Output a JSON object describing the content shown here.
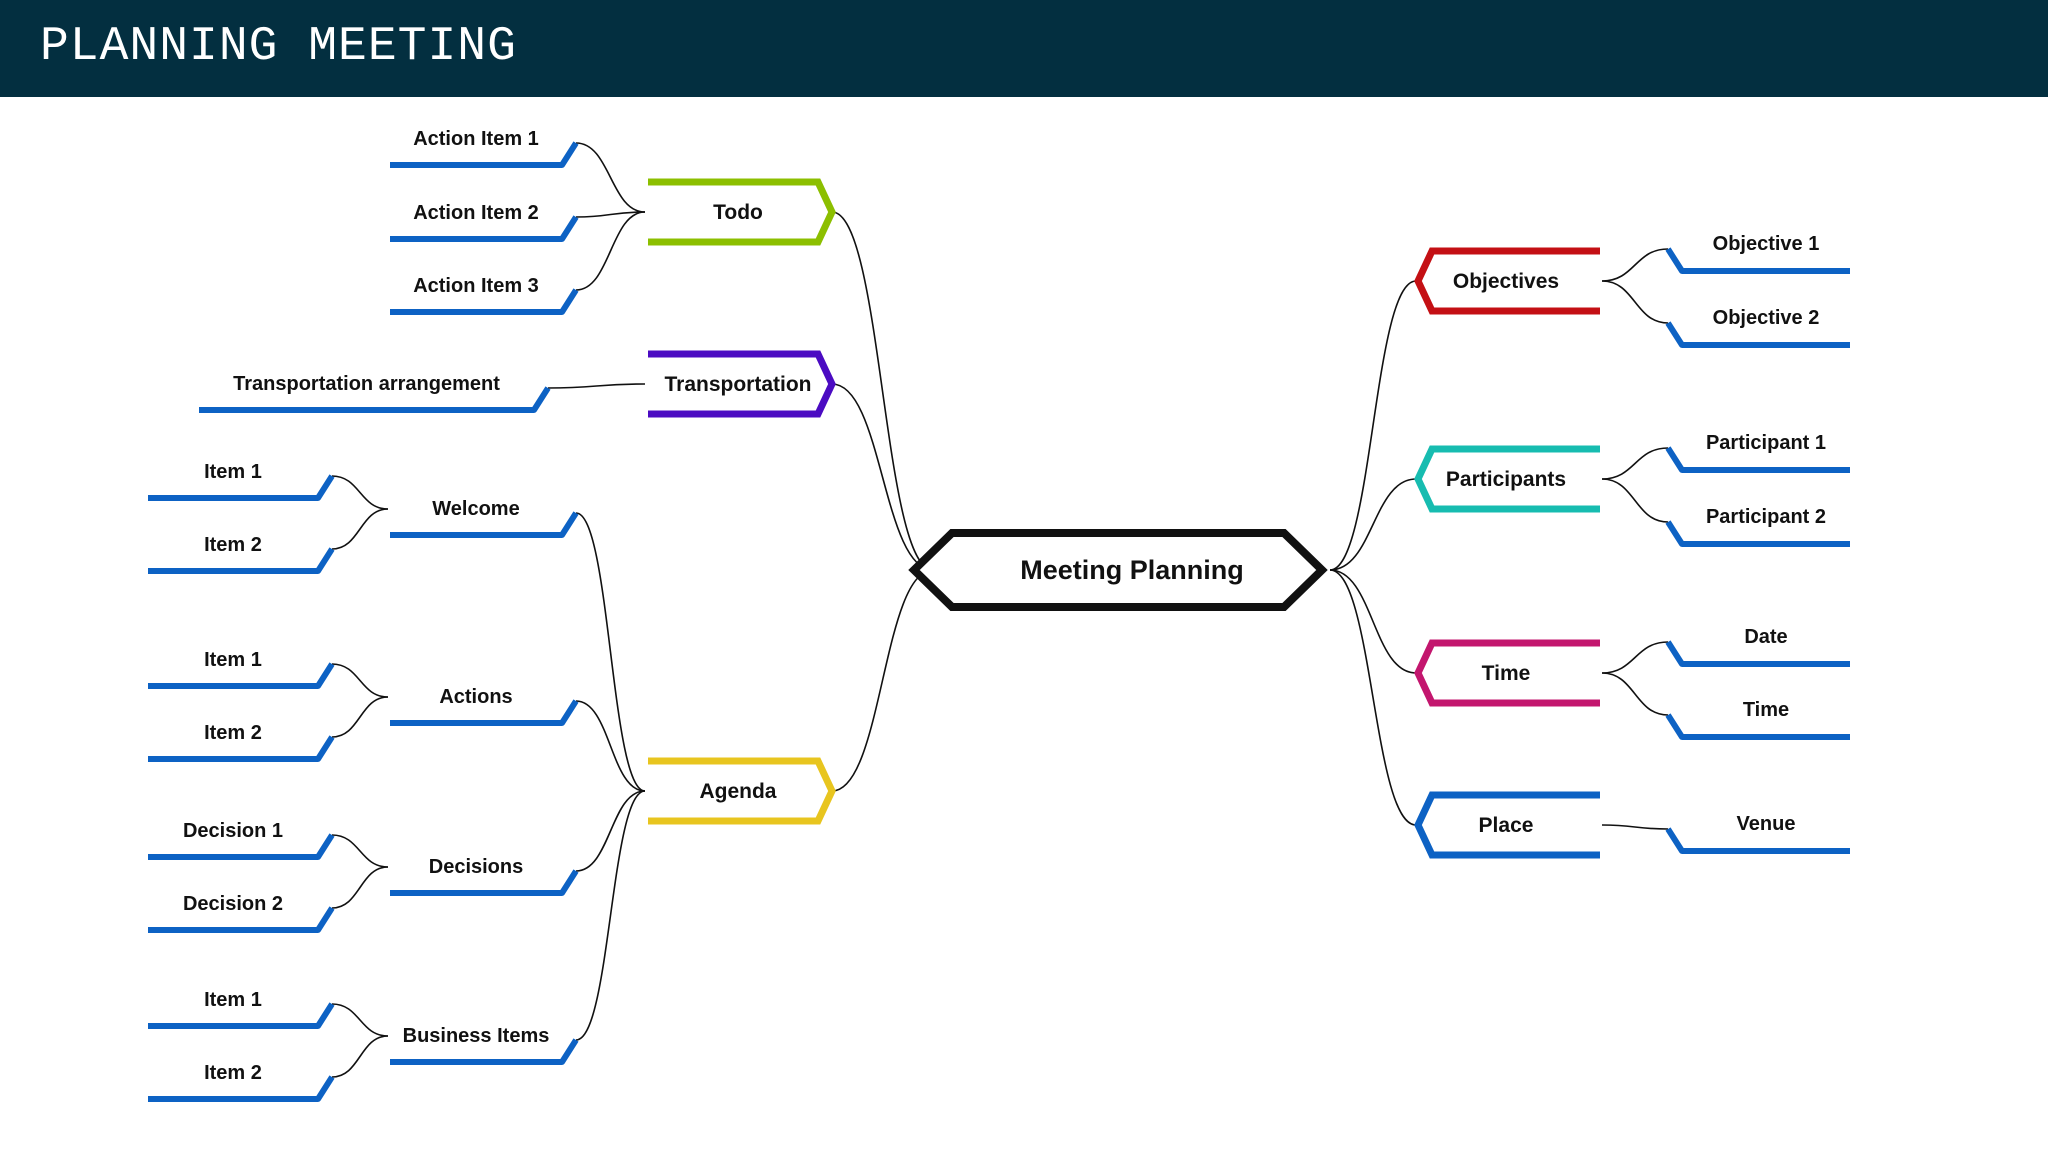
{
  "header": {
    "title": "PLANNING MEETING"
  },
  "root": {
    "label": "Meeting Planning"
  },
  "branches": [
    {
      "id": "todo",
      "label": "Todo",
      "color": "#8cbf00",
      "side": "left",
      "children": [
        {
          "label": "Action Item 1"
        },
        {
          "label": "Action Item 2"
        },
        {
          "label": "Action Item 3"
        }
      ]
    },
    {
      "id": "transportation",
      "label": "Transportation",
      "color": "#4b0bc2",
      "side": "left",
      "children": [
        {
          "label": "Transportation arrangement"
        }
      ]
    },
    {
      "id": "agenda",
      "label": "Agenda",
      "color": "#e8c51f",
      "side": "left",
      "children": [
        {
          "label": "Welcome",
          "children": [
            {
              "label": "Item 1"
            },
            {
              "label": "Item 2"
            }
          ]
        },
        {
          "label": "Actions",
          "children": [
            {
              "label": "Item 1"
            },
            {
              "label": "Item 2"
            }
          ]
        },
        {
          "label": "Decisions",
          "children": [
            {
              "label": "Decision 1"
            },
            {
              "label": "Decision 2"
            }
          ]
        },
        {
          "label": "Business Items",
          "children": [
            {
              "label": "Item 1"
            },
            {
              "label": "Item 2"
            }
          ]
        }
      ]
    },
    {
      "id": "objectives",
      "label": "Objectives",
      "color": "#c41014",
      "side": "right",
      "children": [
        {
          "label": "Objective 1"
        },
        {
          "label": "Objective 2"
        }
      ]
    },
    {
      "id": "participants",
      "label": "Participants",
      "color": "#17bcb0",
      "side": "right",
      "children": [
        {
          "label": "Participant 1"
        },
        {
          "label": "Participant 2"
        }
      ]
    },
    {
      "id": "time",
      "label": "Time",
      "color": "#c3166e",
      "side": "right",
      "children": [
        {
          "label": "Date"
        },
        {
          "label": "Time"
        }
      ]
    },
    {
      "id": "place",
      "label": "Place",
      "color": "#0d62c4",
      "side": "right",
      "children": [
        {
          "label": "Venue"
        }
      ]
    }
  ],
  "colors": {
    "leaf_underline": "#0d62c4",
    "connector": "#111111",
    "header_bg": "#032f40"
  }
}
